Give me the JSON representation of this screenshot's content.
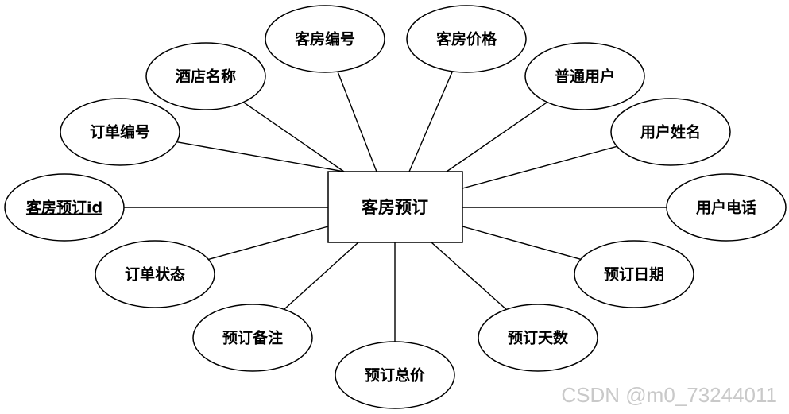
{
  "entity": {
    "label": "客房预订"
  },
  "attributes": [
    {
      "key": "room_no",
      "label": "客房编号",
      "primary_key": false
    },
    {
      "key": "room_price",
      "label": "客房价格",
      "primary_key": false
    },
    {
      "key": "normal_user",
      "label": "普通用户",
      "primary_key": false
    },
    {
      "key": "user_name",
      "label": "用户姓名",
      "primary_key": false
    },
    {
      "key": "user_phone",
      "label": "用户电话",
      "primary_key": false
    },
    {
      "key": "booking_date",
      "label": "预订日期",
      "primary_key": false
    },
    {
      "key": "booking_days",
      "label": "预订天数",
      "primary_key": false
    },
    {
      "key": "total_price",
      "label": "预订总价",
      "primary_key": false
    },
    {
      "key": "remark",
      "label": "预订备注",
      "primary_key": false
    },
    {
      "key": "order_status",
      "label": "订单状态",
      "primary_key": false
    },
    {
      "key": "booking_id",
      "label": "客房预订id",
      "primary_key": true
    },
    {
      "key": "order_no",
      "label": "订单编号",
      "primary_key": false
    },
    {
      "key": "hotel_name",
      "label": "酒店名称",
      "primary_key": false
    }
  ],
  "watermark": "CSDN @m0_73244011",
  "colors": {
    "stroke": "#000000",
    "fill": "#ffffff",
    "watermark": "#c9c9c9"
  }
}
